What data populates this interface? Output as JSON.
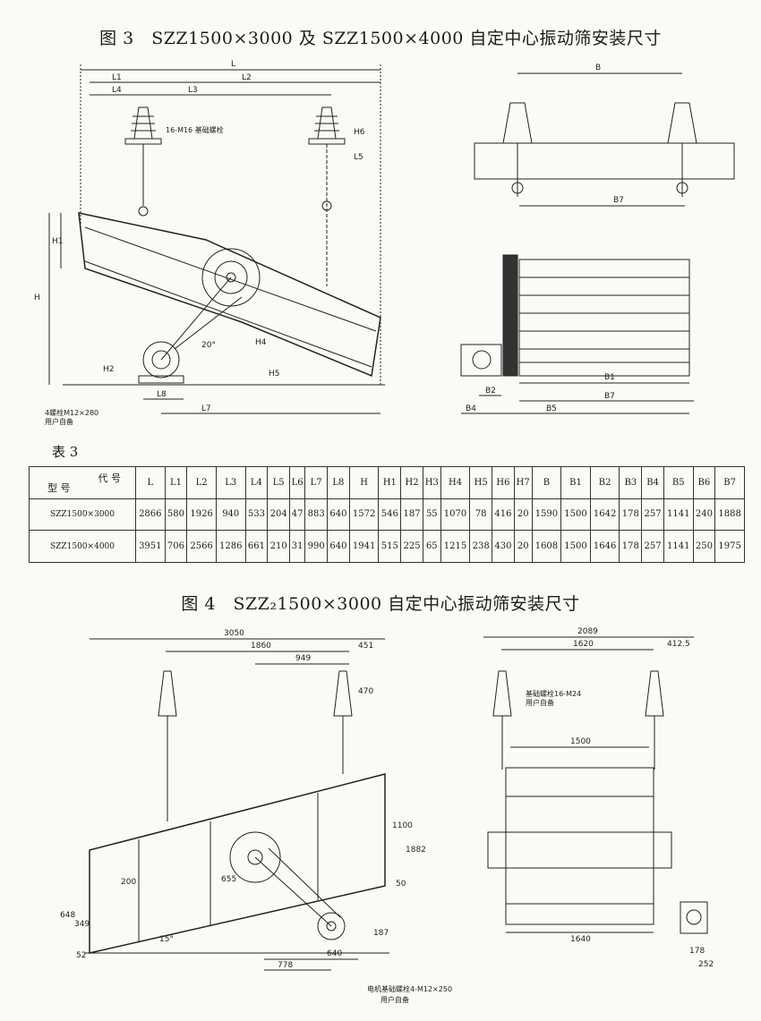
{
  "fig3": {
    "title": "图 3　SZZ1500×3000 及 SZZ1500×4000 自定中心振动筛安装尺寸",
    "side_labels": {
      "L": "L",
      "L1": "L1",
      "L2": "L2",
      "L3": "L3",
      "L4": "L4",
      "L5": "L5",
      "L7": "L7",
      "L8": "L8",
      "H": "H",
      "H1": "H1",
      "H2": "H2",
      "H4": "H4",
      "H5": "H5",
      "H6": "H6",
      "angle": "20°",
      "bolt_top": "16-M16 基础螺栓",
      "bolt_bottom": "4螺栓M12×280",
      "user": "用户自备"
    },
    "front_labels": {
      "B": "B",
      "B1": "B1",
      "B2": "B2",
      "B4": "B4",
      "B5": "B5",
      "B7": "B7"
    }
  },
  "table": {
    "caption": "表 3",
    "corner_code": "代 号",
    "corner_model": "型 号",
    "headers": [
      "L",
      "L1",
      "L2",
      "L3",
      "L4",
      "L5",
      "L6",
      "L7",
      "L8",
      "H",
      "H1",
      "H2",
      "H3",
      "H4",
      "H5",
      "H6",
      "H7",
      "B",
      "B1",
      "B2",
      "B3",
      "B4",
      "B5",
      "B6",
      "B7"
    ],
    "rows": [
      {
        "model": "SZZ1500×3000",
        "values": [
          "2866",
          "580",
          "1926",
          "940",
          "533",
          "204",
          "47",
          "883",
          "640",
          "1572",
          "546",
          "187",
          "55",
          "1070",
          "78",
          "416",
          "20",
          "1590",
          "1500",
          "1642",
          "178",
          "257",
          "1141",
          "240",
          "1888"
        ]
      },
      {
        "model": "SZZ1500×4000",
        "values": [
          "3951",
          "706",
          "2566",
          "1286",
          "661",
          "210",
          "31",
          "990",
          "640",
          "1941",
          "515",
          "225",
          "65",
          "1215",
          "238",
          "430",
          "20",
          "1608",
          "1500",
          "1646",
          "178",
          "257",
          "1141",
          "250",
          "1975"
        ]
      }
    ]
  },
  "fig4": {
    "title": "图 4　SZZ₂1500×3000 自定中心振动筛安装尺寸",
    "side_labels": {
      "d3050": "3050",
      "d1860": "1860",
      "d451": "451",
      "d949": "949",
      "d470": "470",
      "d1100": "1100",
      "d1882": "1882",
      "d200": "200",
      "d648": "648",
      "d349": "349",
      "d52": "52",
      "d15": "15°",
      "d778": "778",
      "d640": "640",
      "d50": "50",
      "d187": "187",
      "d655": "655",
      "bolt": "电机基础螺栓4-M12×250",
      "user": "用户自备"
    },
    "front_labels": {
      "d2089": "2089",
      "d1620": "1620",
      "d4125": "412.5",
      "d1500": "1500",
      "d1640": "1640",
      "d178": "178",
      "d252": "252",
      "bolt": "基础螺栓16-M24",
      "user": "用户自备"
    }
  }
}
